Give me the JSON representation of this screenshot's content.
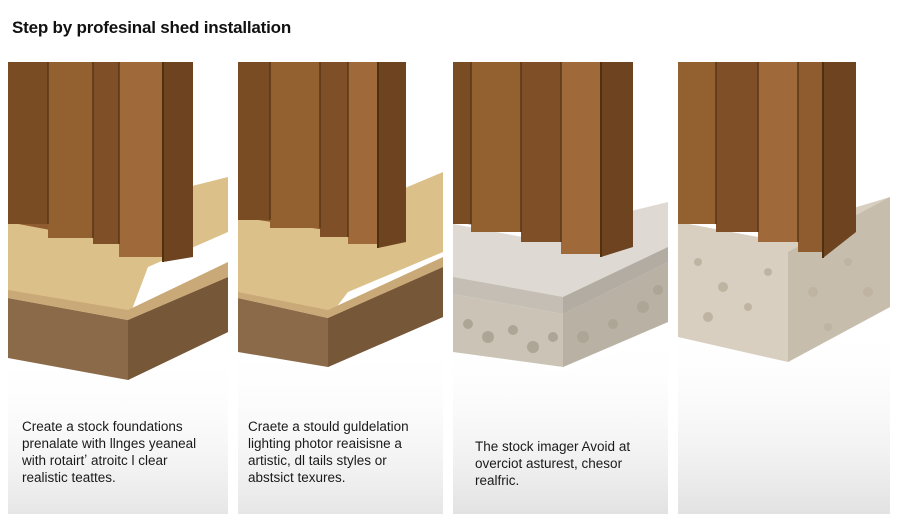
{
  "title": "Step by profesinal shed installation",
  "panels": [
    {
      "stage": "shed-on-sand-and-soil",
      "caption_lines": [
        "Create a stock foundations",
        "prenalate with llnges yeaneal",
        "with rotairtʼ atroitc l clear",
        "realistic teattes."
      ]
    },
    {
      "stage": "shed-on-sand-and-soil",
      "caption_lines": [
        "Craete a stould guldelation",
        "lighting photor reaisisne a",
        "artistic, dl tails styles or",
        "abstsict texures."
      ]
    },
    {
      "stage": "shed-on-concrete-slab-and-gravel",
      "caption_lines": [
        "The stock imager Avoid at",
        "overciot asturest, chesor",
        "realfric."
      ]
    },
    {
      "stage": "shed-on-stone-block",
      "caption_lines": []
    }
  ],
  "colors": {
    "wood_dark": "#6e4420",
    "wood_mid": "#8e5c2e",
    "wood_light": "#a87340",
    "sand": "#dcc08a",
    "soil": "#8a6a48",
    "concrete": "#cfcac2",
    "gravel": "#cbc4b6",
    "stone": "#d8cfc0"
  }
}
